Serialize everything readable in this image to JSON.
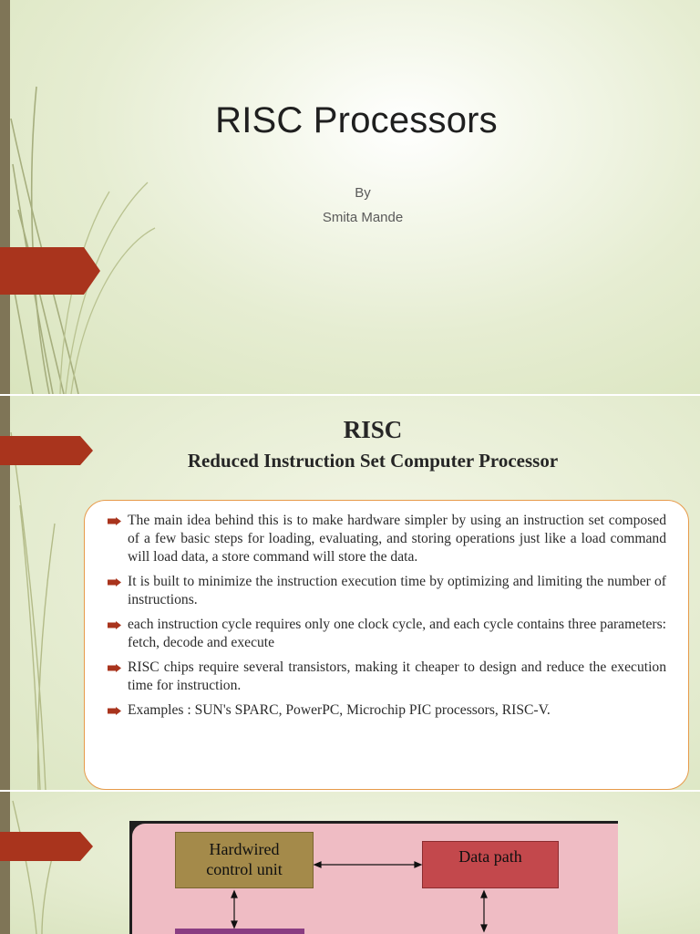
{
  "slide1": {
    "title": "RISC Processors",
    "by": "By",
    "author": "Smita Mande"
  },
  "slide2": {
    "heading": "RISC",
    "subheading": "Reduced Instruction Set Computer Processor",
    "bullets": [
      "The main idea behind this is to make hardware simpler by using an instruction set composed of a few basic steps for loading, evaluating, and storing operations just like a load command will load data, a store command will store the data.",
      "It is built to minimize the instruction execution time by optimizing and limiting the number of instructions.",
      "each instruction cycle requires only one clock cycle, and each cycle contains three parameters: fetch, decode and execute",
      "RISC chips require several transistors, making it cheaper to design and reduce the execution time for instruction.",
      "Examples : SUN's SPARC, PowerPC, Microchip PIC processors, RISC-V."
    ]
  },
  "slide3": {
    "diagram": {
      "hardwired_control_unit": "Hardwired\ncontrol unit",
      "data_path": "Data path"
    }
  },
  "colors": {
    "accent_red": "#a9341d",
    "left_bar": "#7f7557",
    "box_border": "#e79a4a",
    "diagram_bg": "#efbcc4",
    "control_unit_block": "#a48a4a",
    "data_path_block": "#c3484c"
  },
  "icons": {
    "bullet": "arrow-right-icon"
  }
}
